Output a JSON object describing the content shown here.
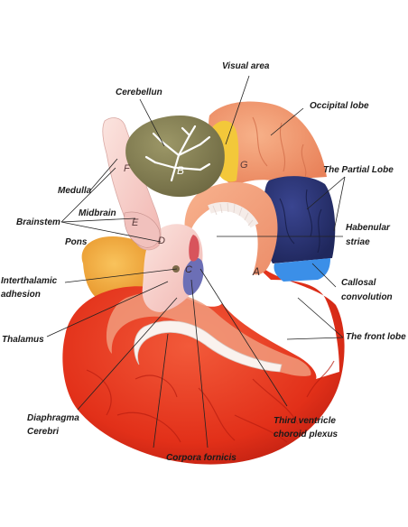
{
  "labels": {
    "visual_area": "Visual area",
    "cerebellun": "Cerebellun",
    "occipital_lobe": "Occipital lobe",
    "the_partial_lobe": "The Partial Lobe",
    "medulla": "Medulla",
    "brainstem": "Brainstem",
    "midbrain": "Midbrain",
    "pons": "Pons",
    "habenular": "Habenular",
    "striae": "striae",
    "interthalamic": "Interthalamic",
    "adhesion": "adhesion",
    "callosal": "Callosal",
    "convolution": "convolution",
    "thalamus": "Thalamus",
    "the_front_lobe": "The front lobe",
    "diaphragma": "Diaphragma",
    "cerebri": "Cerebri",
    "third_ventricle": "Third ventricle",
    "choroid_plexus": "choroid plexus",
    "corpora_fornicis": "Corpora fornicis"
  },
  "model_letters": {
    "a": "A",
    "b": "B",
    "c": "C",
    "d": "D",
    "e": "E",
    "f": "F",
    "g": "G"
  },
  "colors": {
    "frontal_red": "#e8301e",
    "occipital_salmon": "#ef9466",
    "parietal_navy": "#2b3577",
    "callosal_blue": "#3b8fe8",
    "cerebellum_olive": "#878256",
    "temporal_orange": "#f2a93a",
    "visual_yellow": "#f3c83a",
    "brainstem_pink": "#f5c7c3"
  }
}
